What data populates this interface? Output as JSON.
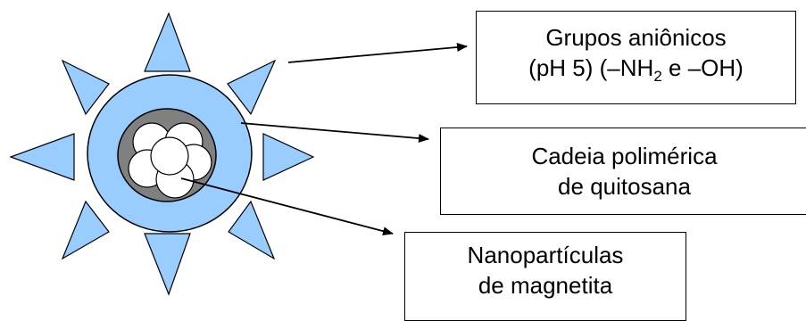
{
  "labels": {
    "anionic": {
      "line1": "Grupos aniônicos",
      "line2_prefix": "(pH 5) (–NH",
      "line2_sub": "2",
      "line2_suffix": " e –OH)"
    },
    "chitosan": {
      "line1": "Cadeia polimérica",
      "line2": "de quitosana"
    },
    "magnetite": {
      "line1": "Nanopartículas",
      "line2": "de magnetita"
    }
  },
  "colors": {
    "spike_fill": "#99CCFF",
    "shell_fill": "#99CCFF",
    "core_fill": "#808080",
    "particle_fill": "#FFFFFF",
    "stroke": "#000000"
  }
}
